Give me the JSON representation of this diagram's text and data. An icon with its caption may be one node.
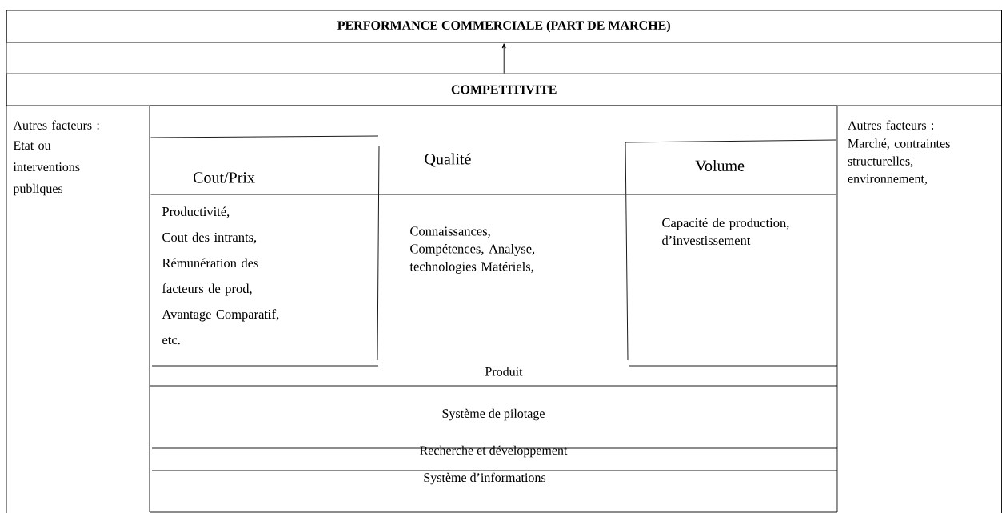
{
  "diagram": {
    "nodes": [
      {
        "text": [
          "PERFORMANCE COMMERCIALE (PART DE MARCHE)"
        ]
      },
      {
        "text": [
          "COMPETITIVITE"
        ]
      },
      {
        "text": [
          "Autres facteurs :",
          "Etat ou interventions publiques"
        ]
      },
      {
        "text": [],
        "shape": "box"
      },
      {
        "text": [
          "Cout/Prix",
          "Productivité, Cout des intrants, Rémunération des facteurs de prod, Avantage Comparatif, etc."
        ],
        "in": 3
      },
      {
        "text": [
          "Qualité",
          "Connaissances, Compétences, Analyse, technologies Matériels,"
        ],
        "in": 3
      },
      {
        "text": [
          "Volume",
          "Capacité de production, d’investissement"
        ],
        "in": 3
      },
      {
        "text": [
          "Autres facteurs :",
          "Marché, contraintes structurelles, environnement,"
        ]
      }
    ],
    "edges": [
      {
        "from": 1,
        "to": 0,
        "arrow": "to"
      }
    ],
    "labels": [
      "Produit",
      "Système de pilotage",
      "Recherche et développement",
      "Système d’informations"
    ]
  }
}
